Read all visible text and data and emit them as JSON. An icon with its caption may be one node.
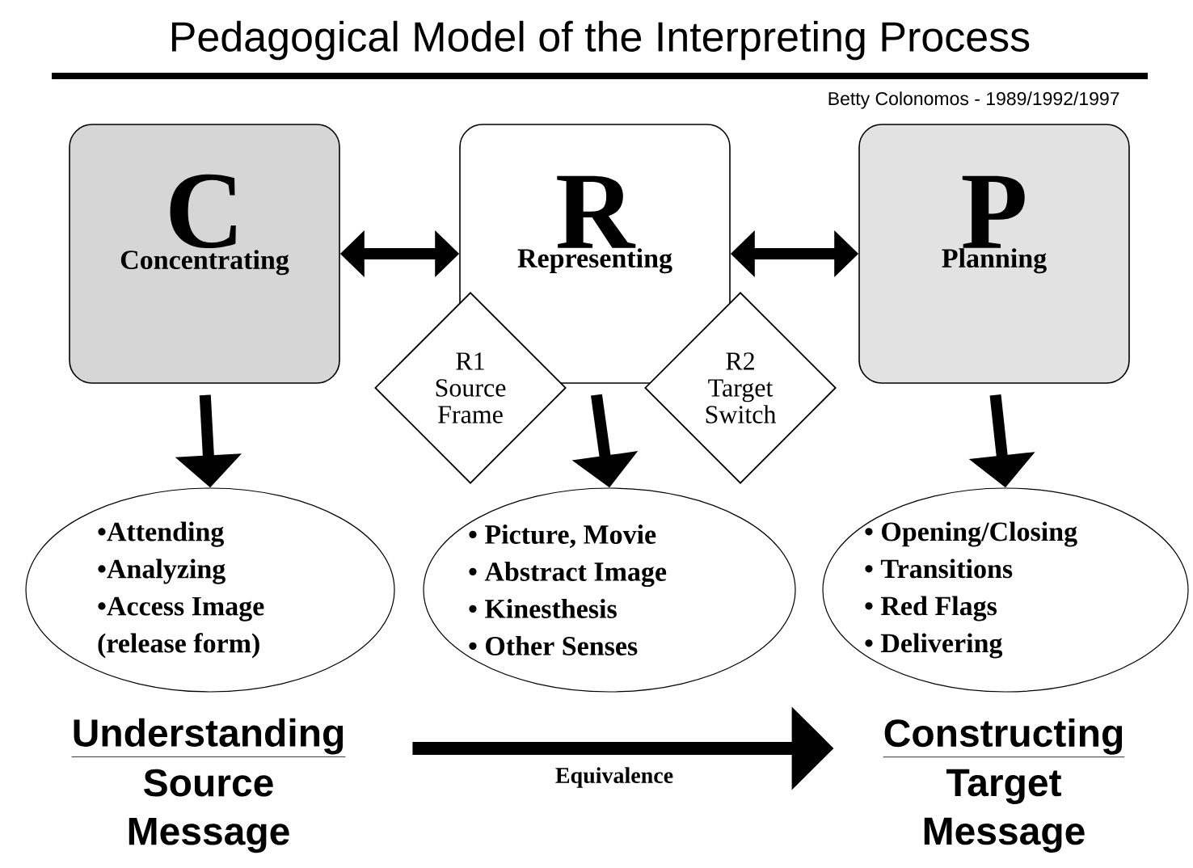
{
  "diagram": {
    "title": "Pedagogical Model of the Interpreting Process",
    "nodes": [
      {
        "text": [
          "C",
          "Concentrating"
        ]
      },
      {
        "text": [
          "R",
          "Representing"
        ]
      },
      {
        "text": [
          "P",
          "Planning"
        ]
      },
      {
        "text": [
          "R1 Source Frame"
        ]
      },
      {
        "text": [
          "R2 Target Switch"
        ]
      },
      {
        "text": [
          "•Attending",
          "•Analyzing",
          "•Access Image (release form)"
        ]
      },
      {
        "text": [
          "• Picture, Movie",
          "• Abstract Image",
          "• Kinesthesis",
          "• Other Senses"
        ]
      },
      {
        "text": [
          "• Opening/Closing",
          "• Transitions",
          "• Red Flags",
          "• Delivering"
        ]
      },
      {
        "text": [
          "Understanding",
          "Source Message"
        ]
      },
      {
        "text": [
          "Constructing",
          "Target Message"
        ]
      }
    ],
    "edges": [
      {
        "from": 0,
        "to": 1,
        "arrow": "both"
      },
      {
        "from": 1,
        "to": 2,
        "arrow": "both"
      },
      {
        "from": 0,
        "to": 5,
        "arrow": "to"
      },
      {
        "from": 1,
        "to": 6,
        "arrow": "to"
      },
      {
        "from": 2,
        "to": 7,
        "arrow": "to"
      },
      {
        "from": 8,
        "to": 9,
        "arrow": "to",
        "label": "Equivalence"
      }
    ],
    "labels": [
      "Betty Colonomos - 1989/1992/1997"
    ]
  }
}
